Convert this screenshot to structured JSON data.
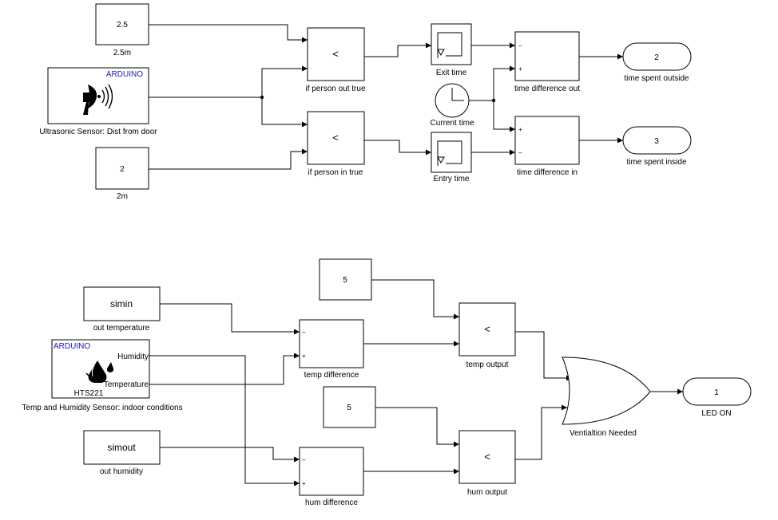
{
  "blocks": {
    "const_2_5": {
      "value": "2.5",
      "label": "2.5m"
    },
    "ultrasonic": {
      "brand": "ARDUINO",
      "label": "Ultrasonic Sensor: Dist from door"
    },
    "const_2": {
      "value": "2",
      "label": "2m"
    },
    "rel_out": {
      "symbol": "<",
      "label": "if person out true"
    },
    "rel_in": {
      "symbol": "<",
      "label": "if person in true"
    },
    "exit_time": {
      "label": "Exit time"
    },
    "current_time": {
      "label": "Current time"
    },
    "entry_time": {
      "label": "Entry time"
    },
    "diff_out": {
      "port_top": "–",
      "port_bottom": "+",
      "label": "time difference out"
    },
    "diff_in": {
      "port_top": "+",
      "port_bottom": "–",
      "label": "time difference in"
    },
    "out_2": {
      "value": "2",
      "label": "time spent outside"
    },
    "out_3": {
      "value": "3",
      "label": "time spent inside"
    },
    "simin": {
      "value": "simin",
      "label": "out temperature"
    },
    "hts": {
      "brand": "ARDUINO",
      "port_humidity": "Humidity",
      "port_temperature": "Temperature",
      "name": "HTS221",
      "label": "Temp and Humidity Sensor: indoor conditions"
    },
    "simout": {
      "value": "simout",
      "label": "out humidity"
    },
    "const_5a": {
      "value": "5"
    },
    "const_5b": {
      "value": "5"
    },
    "temp_diff": {
      "port_top": "–",
      "port_bottom": "+",
      "label": "temp difference"
    },
    "hum_diff": {
      "port_top": "–",
      "port_bottom": "+",
      "label": "hum difference"
    },
    "temp_out": {
      "symbol": "<",
      "label": "temp output"
    },
    "hum_out": {
      "symbol": "<",
      "label": "hum output"
    },
    "or_gate": {
      "label": "Ventialtion Needed"
    },
    "out_1": {
      "value": "1",
      "label": "LED ON"
    }
  }
}
